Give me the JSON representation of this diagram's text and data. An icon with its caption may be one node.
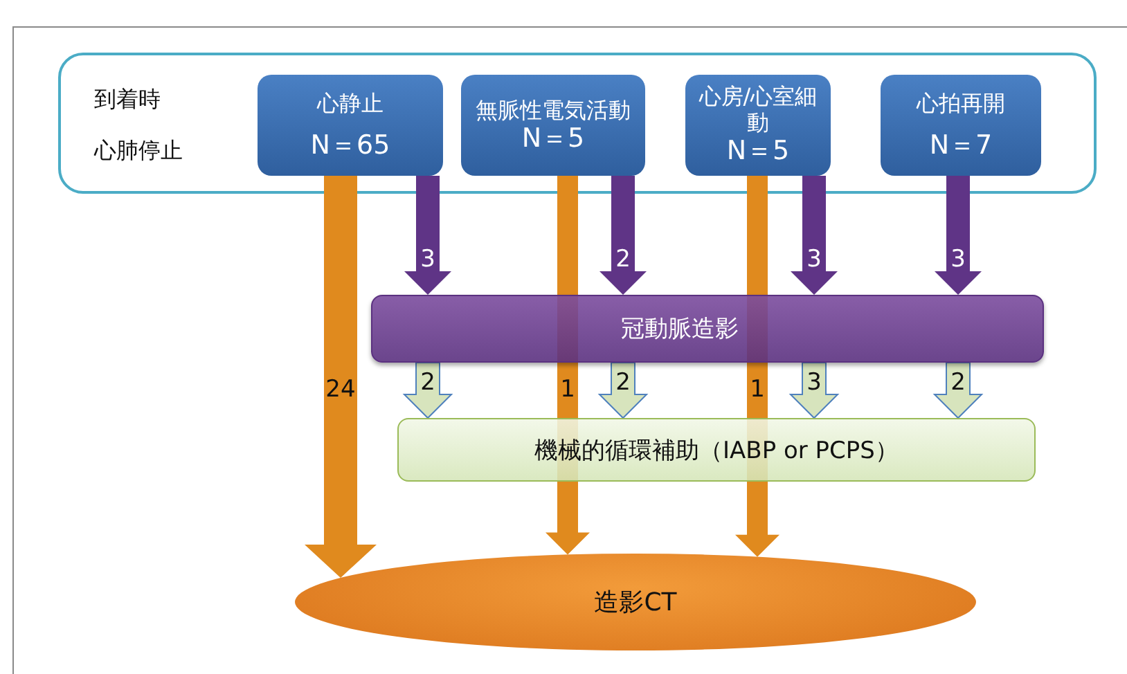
{
  "diagram": {
    "nodes": [
      {
        "text": [
          "到着時",
          "心肺停止"
        ]
      },
      {
        "text": [
          "心静止",
          "N＝65"
        ],
        "in": 0
      },
      {
        "text": [
          "無脈性電気活動",
          "N＝5"
        ],
        "in": 0
      },
      {
        "text": [
          "心房/心室細動",
          "N＝5"
        ],
        "in": 0
      },
      {
        "text": [
          "心拍再開",
          "N＝7"
        ],
        "in": 0
      },
      {
        "text": [
          "冠動脈造影"
        ]
      },
      {
        "text": [
          "機械的循環補助（IABP or PCPS）"
        ]
      },
      {
        "text": [
          "造影CT"
        ]
      }
    ],
    "edges": [
      {
        "from": 1,
        "to": 7,
        "arrow": "to",
        "label": "24",
        "style": "thick",
        "color": "#e08a1e"
      },
      {
        "from": 1,
        "to": 5,
        "arrow": "to",
        "label": "3",
        "color": "#5f3486"
      },
      {
        "from": 2,
        "to": 7,
        "arrow": "to",
        "label": "1",
        "style": "thick",
        "color": "#e08a1e"
      },
      {
        "from": 2,
        "to": 5,
        "arrow": "to",
        "label": "2",
        "color": "#5f3486"
      },
      {
        "from": 3,
        "to": 7,
        "arrow": "to",
        "label": "1",
        "style": "thick",
        "color": "#e08a1e"
      },
      {
        "from": 3,
        "to": 5,
        "arrow": "to",
        "label": "3",
        "color": "#5f3486"
      },
      {
        "from": 4,
        "to": 5,
        "arrow": "to",
        "label": "3",
        "color": "#5f3486"
      },
      {
        "from": 5,
        "to": 6,
        "arrow": "to",
        "label": "2",
        "color": "#d7e4bd"
      },
      {
        "from": 5,
        "to": 6,
        "arrow": "to",
        "label": "2",
        "color": "#d7e4bd"
      },
      {
        "from": 5,
        "to": 6,
        "arrow": "to",
        "label": "3",
        "color": "#d7e4bd"
      },
      {
        "from": 5,
        "to": 6,
        "arrow": "to",
        "label": "2",
        "color": "#d7e4bd"
      }
    ]
  }
}
